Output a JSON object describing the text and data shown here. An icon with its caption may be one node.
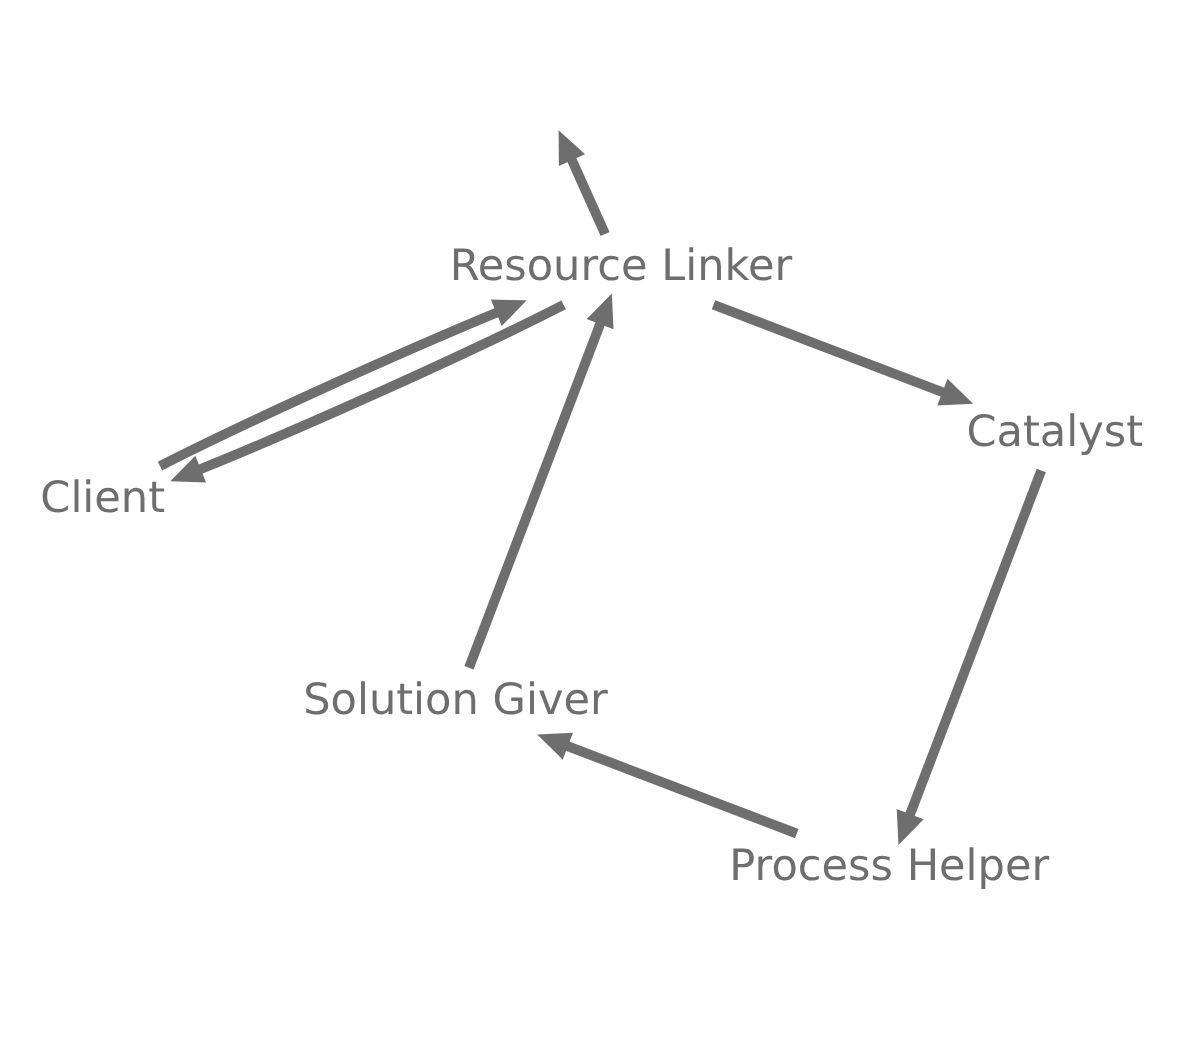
{
  "diagram": {
    "nodes": [
      {
        "text": [
          "Client"
        ]
      },
      {
        "text": [
          "Catalyst"
        ]
      },
      {
        "text": [
          "Process Helper"
        ]
      },
      {
        "text": [
          "Solution Giver"
        ]
      },
      {
        "text": [
          "Resource Linker"
        ]
      }
    ],
    "edges": [
      {
        "from": 1,
        "to": 2,
        "arrow": "to"
      },
      {
        "from": 2,
        "to": 3,
        "arrow": "to"
      },
      {
        "from": 3,
        "to": 4,
        "arrow": "to"
      },
      {
        "from": 4,
        "to": 1,
        "arrow": "to"
      },
      {
        "from": 0,
        "to": 4,
        "arrow": "to"
      },
      {
        "from": 4,
        "to": 0,
        "arrow": "to"
      },
      {
        "from": 4,
        "to": null,
        "arrow": "to"
      }
    ]
  }
}
